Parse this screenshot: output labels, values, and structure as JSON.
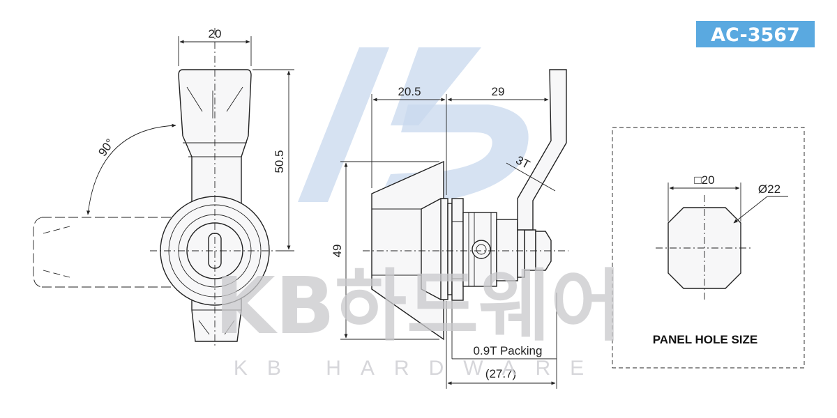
{
  "badge": {
    "model": "AC-3567",
    "color": "#5aa9e0"
  },
  "watermark": {
    "primary": "KB하드웨어",
    "secondary": "KB HARDWARE",
    "logo": "KB"
  },
  "front_view": {
    "width_label": "20",
    "height_label": "50.5",
    "angle_label": "90°"
  },
  "side_view": {
    "depth_label": "20.5",
    "lever_label": "29",
    "thickness_label": "3T",
    "height_label": "49",
    "packing_label": "0.9T Packing",
    "total_label": "(27.7)"
  },
  "panel_hole": {
    "title": "PANEL HOLE SIZE",
    "square_label": "□20",
    "diameter_label": "Ø22"
  }
}
